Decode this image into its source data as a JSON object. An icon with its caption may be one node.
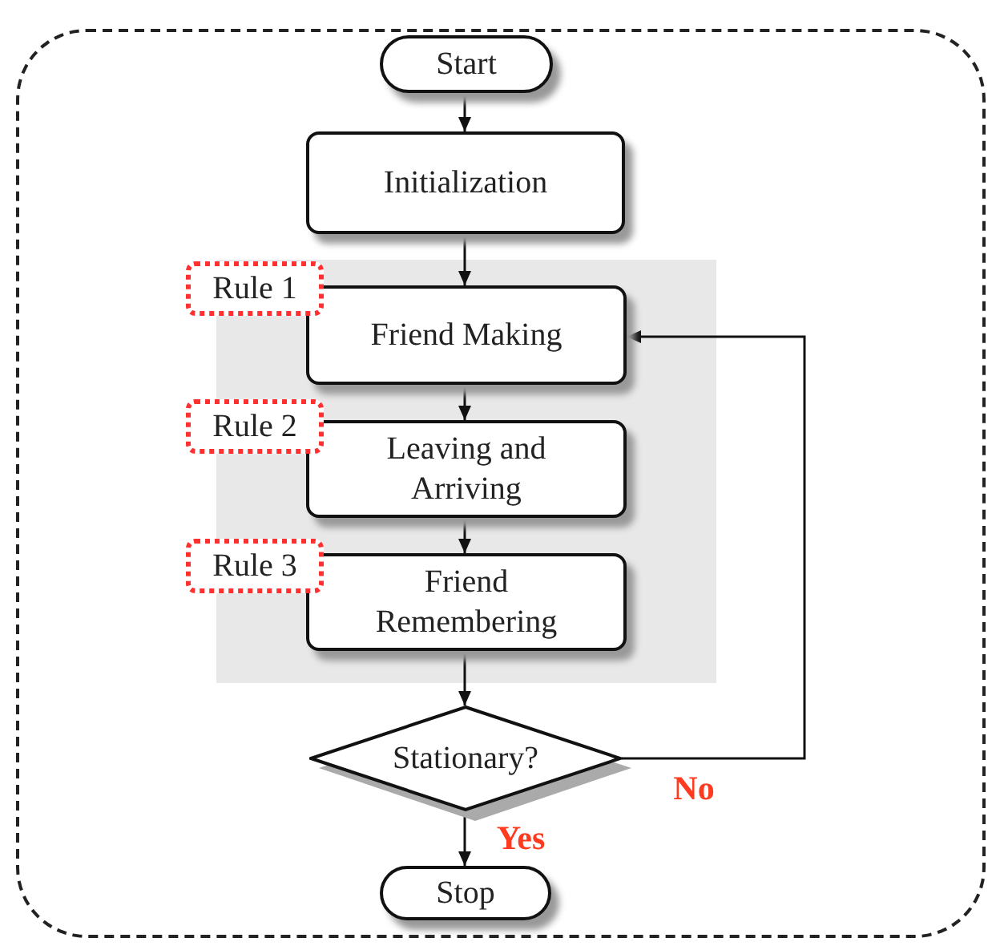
{
  "diagram": {
    "nodes": [
      {
        "text": [
          "Start"
        ]
      },
      {
        "text": [
          "Initialization"
        ]
      },
      {
        "text": [
          "Rule 1"
        ]
      },
      {
        "text": [
          "Friend Making"
        ]
      },
      {
        "text": [
          "Rule 2"
        ]
      },
      {
        "text": [
          "Leaving and Arriving"
        ]
      },
      {
        "text": [
          "Rule 3"
        ]
      },
      {
        "text": [
          "Friend Remembering"
        ]
      },
      {
        "text": [
          "Stationary?"
        ]
      },
      {
        "text": [
          "Stop"
        ]
      }
    ],
    "edges": [
      {
        "from": 0,
        "to": 1,
        "arrow": "to"
      },
      {
        "from": 1,
        "to": 3,
        "arrow": "to"
      },
      {
        "from": 3,
        "to": 5,
        "arrow": "to"
      },
      {
        "from": 5,
        "to": 7,
        "arrow": "to"
      },
      {
        "from": 7,
        "to": 8,
        "arrow": "to"
      },
      {
        "from": 8,
        "to": 3,
        "arrow": "to",
        "label": "No"
      },
      {
        "from": 8,
        "to": 9,
        "arrow": "to",
        "label": "Yes"
      }
    ]
  }
}
